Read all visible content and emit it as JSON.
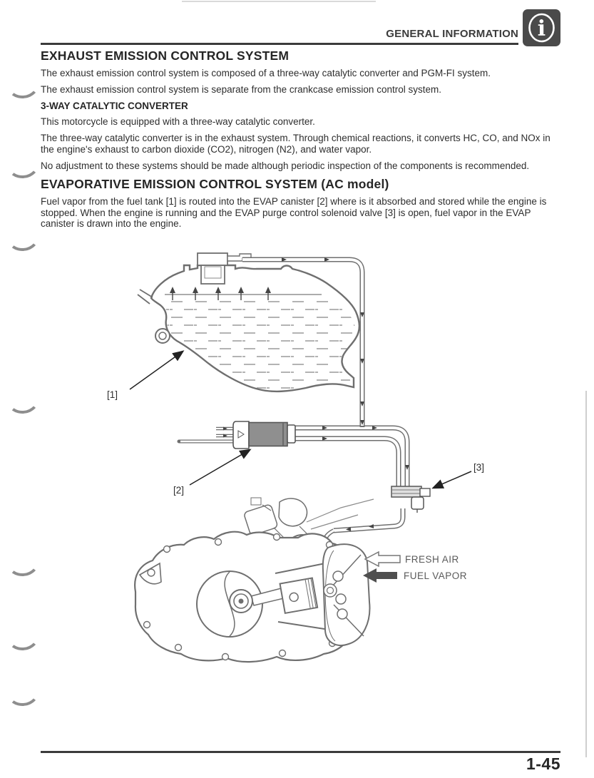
{
  "header": {
    "section": "GENERAL INFORMATION"
  },
  "exhaust_section": {
    "title": "EXHAUST EMISSION CONTROL SYSTEM",
    "paragraphs": [
      "The exhaust emission control system is composed of a three-way catalytic converter and PGM-FI system.",
      "The exhaust emission control system is separate from the crankcase emission control system."
    ]
  },
  "catalytic_section": {
    "heading": "3-WAY CATALYTIC CONVERTER",
    "paragraphs": [
      "This motorcycle is equipped with a three-way catalytic converter.",
      "The three-way catalytic converter is in the exhaust system. Through chemical reactions, it converts HC, CO, and NOx in the engine's exhaust to carbon dioxide (CO2), nitrogen (N2), and water vapor.",
      "No adjustment to these systems should be made although periodic inspection of the components is recommended."
    ]
  },
  "evap_section": {
    "title": "EVAPORATIVE EMISSION CONTROL SYSTEM (AC model)",
    "paragraph": "Fuel vapor from the fuel tank [1] is routed into the EVAP canister [2] where is it absorbed and stored while the engine is stopped. When the engine is running and the EVAP purge control solenoid valve [3] is open, fuel vapor in the EVAP canister is drawn into the engine."
  },
  "diagram": {
    "callouts": {
      "fuel_tank": "[1]",
      "evap_canister": "[2]",
      "purge_valve": "[3]"
    },
    "legend": [
      {
        "label": "FRESH AIR",
        "arrow": "outline-arrow",
        "color": "#ffffff"
      },
      {
        "label": "FUEL VAPOR",
        "arrow": "solid-arrow",
        "color": "#4f4f4f"
      }
    ]
  },
  "footer": {
    "page_number": "1-45"
  },
  "colors": {
    "text": "#2e2e2e",
    "rule": "#3b3b3b",
    "lineart": "#6f6f6f",
    "canister_fill": "#8f8f8f"
  }
}
